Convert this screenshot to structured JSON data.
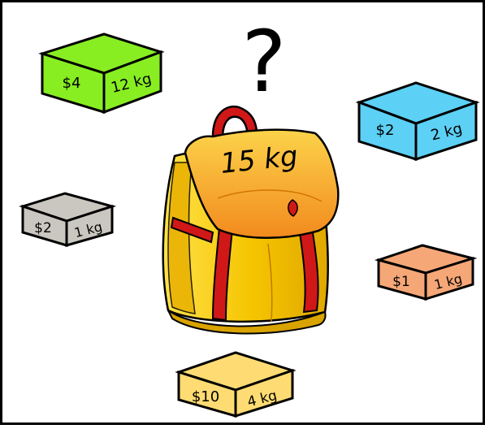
{
  "question_mark": "?",
  "knapsack": {
    "capacity_label": "15 kg",
    "colors": {
      "body": "#f5c400",
      "flap": "#f59a20",
      "strap": "#d01818"
    }
  },
  "items": [
    {
      "price": "$4",
      "weight": "12 kg",
      "color": "#88ee22"
    },
    {
      "price": "$2",
      "weight": "2 kg",
      "color": "#5cd0f5"
    },
    {
      "price": "$2",
      "weight": "1 kg",
      "color": "#c9c7bf"
    },
    {
      "price": "$1",
      "weight": "1 kg",
      "color": "#f6a777"
    },
    {
      "price": "$10",
      "weight": "4 kg",
      "color": "#ffdc73"
    }
  ]
}
